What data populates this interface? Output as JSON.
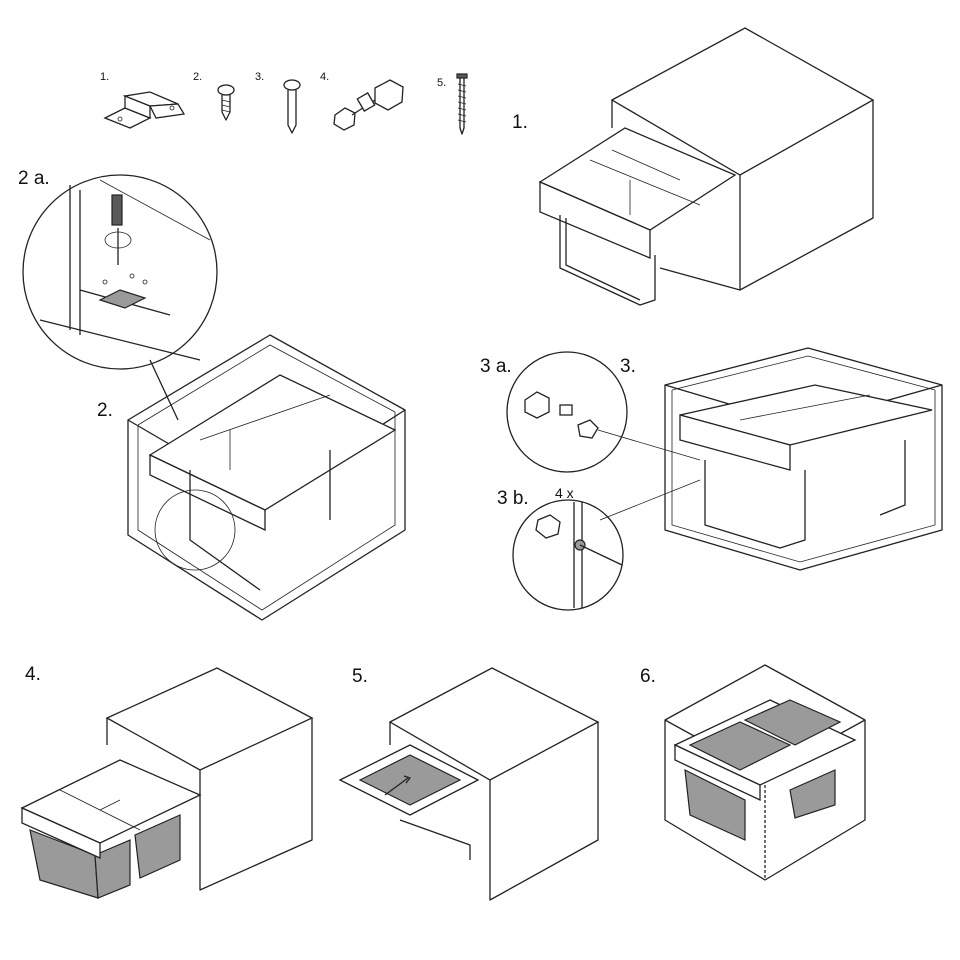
{
  "parts": [
    {
      "label": "1.",
      "icon": "mounting-bracket-icon"
    },
    {
      "label": "2.",
      "icon": "short-screw-icon"
    },
    {
      "label": "3.",
      "icon": "long-screw-icon"
    },
    {
      "label": "4.",
      "icon": "adjustable-foot-icon"
    },
    {
      "label": "5.",
      "icon": "wood-screw-icon"
    }
  ],
  "steps": {
    "s1": "1.",
    "s2a": "2 a.",
    "s2": "2.",
    "s3a": "3 a.",
    "s3": "3.",
    "s3b": "3 b.",
    "s3b_qty": "4 x",
    "s4": "4.",
    "s5": "5.",
    "s6": "6."
  }
}
